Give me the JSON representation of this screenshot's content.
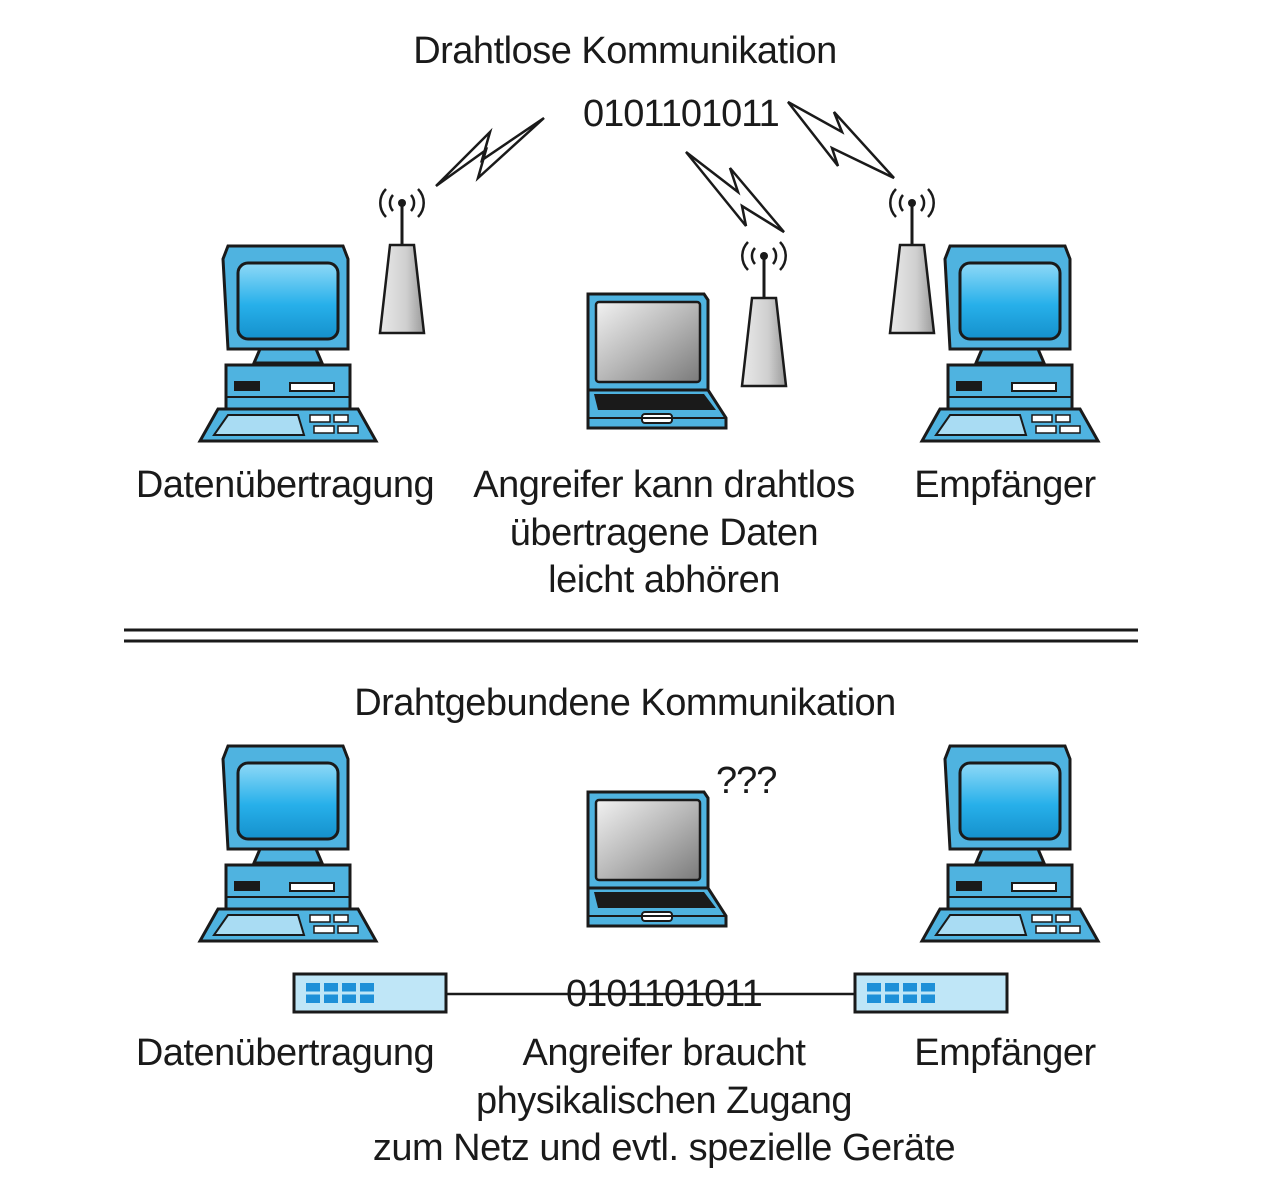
{
  "wireless": {
    "title": "Drahtlose Kommunikation",
    "binary": "0101101011",
    "sender_label": "Datenübertragung",
    "attacker_lines": [
      "Angreifer kann drahtlos",
      "übertragene Daten",
      "leicht abhören"
    ],
    "receiver_label": "Empfänger"
  },
  "wired": {
    "title": "Drahtgebundene Kommunikation",
    "binary": "0101101011",
    "question": "???",
    "sender_label": "Datenübertragung",
    "attacker_lines": [
      "Angreifer braucht",
      "physikalischen Zugang",
      "zum Netz und evtl. spezielle Geräte"
    ],
    "receiver_label": "Empfänger"
  },
  "colors": {
    "device_blue": "#4fb3e0",
    "screen_blue": "#27b0ea",
    "outline": "#1a1a1a",
    "antenna_grey": "#cfcfcf",
    "hub_fill": "#bfe6f7",
    "port_blue": "#1e90d8"
  }
}
